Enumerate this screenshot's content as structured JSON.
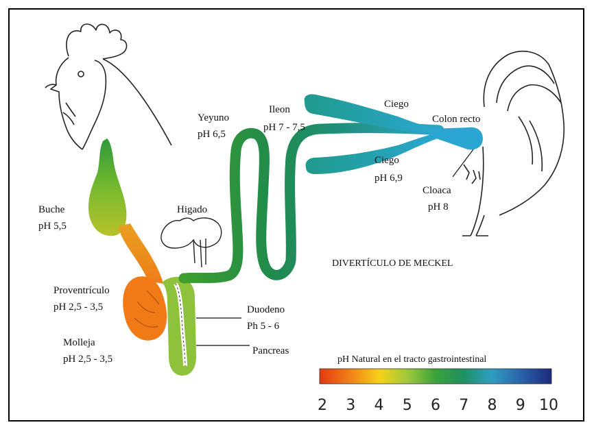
{
  "labels": {
    "buche": [
      "Buche",
      "pH 5,5"
    ],
    "proventriculo": [
      "Proventrículo",
      "pH 2,5 - 3,5"
    ],
    "molleja": [
      "Molleja",
      "pH 2,5 - 3,5"
    ],
    "higado": [
      "Higado"
    ],
    "duodeno": [
      "Duodeno",
      "Ph 5 - 6"
    ],
    "pancreas": [
      "Pancreas"
    ],
    "yeyuno": [
      "Yeyuno",
      "pH 6,5"
    ],
    "ileon": [
      "Ileon",
      "pH 7 - 7,5"
    ],
    "ciego_top": [
      "Ciego"
    ],
    "ciego_bottom": [
      "Ciego",
      "pH 6,9"
    ],
    "colon": [
      "Colon recto"
    ],
    "cloaca": [
      "Cloaca",
      "pH 8"
    ],
    "meckel": [
      "DIVERTÍCULO DE MECKEL"
    ]
  },
  "scale": {
    "title": "pH Natural en el tracto gastrointestinal",
    "ticks": [
      "2",
      "3",
      "4",
      "5",
      "6",
      "7",
      "8",
      "9",
      "10"
    ],
    "colors": [
      "#e03a10",
      "#f07a18",
      "#f5d21a",
      "#9ec83c",
      "#3aa23a",
      "#1f8f62",
      "#2f9ec0",
      "#2a62a8",
      "#1a2a7a"
    ]
  }
}
